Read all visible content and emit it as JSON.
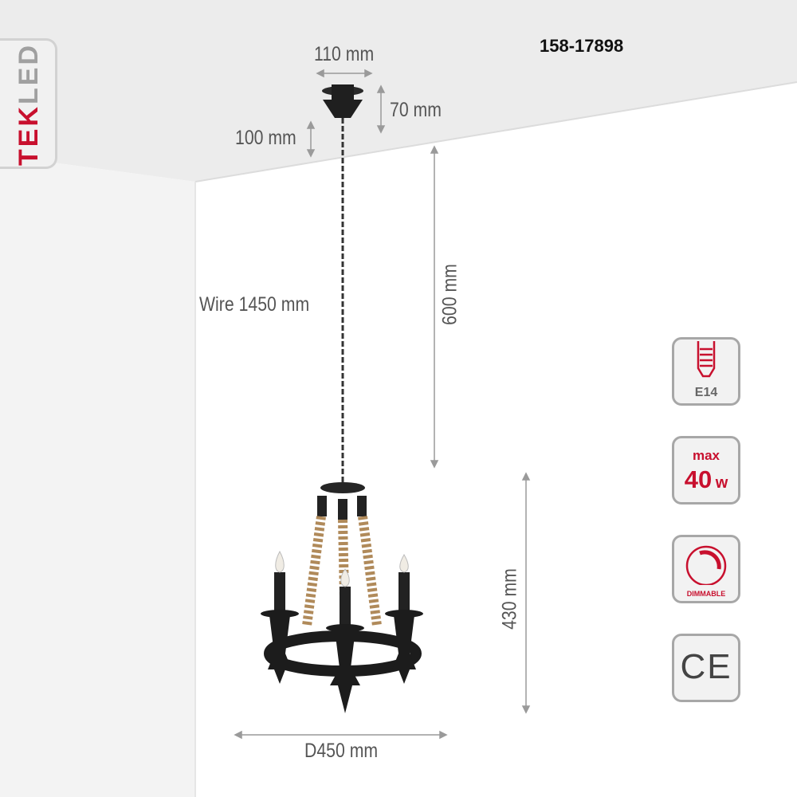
{
  "brand": "TEKLED",
  "product_code": "158-17898",
  "dimensions": {
    "canopy_width": "110 mm",
    "canopy_height": "70 mm",
    "canopy_offset": "100 mm",
    "chain_length": "600 mm",
    "wire": "Wire 1450 mm",
    "body_height": "430 mm",
    "diameter": "D450 mm"
  },
  "badges": {
    "base": {
      "label": "E14",
      "icon": "bulb-base-icon"
    },
    "power": {
      "prefix": "max",
      "value": "40",
      "unit": "w"
    },
    "dimmable": {
      "label": "DIMMABLE",
      "icon": "dimmer-icon"
    },
    "certification": {
      "label": "CE"
    }
  },
  "colors": {
    "accent": "#c8102e",
    "text": "#555555",
    "badge_border": "#a7a7a7"
  }
}
